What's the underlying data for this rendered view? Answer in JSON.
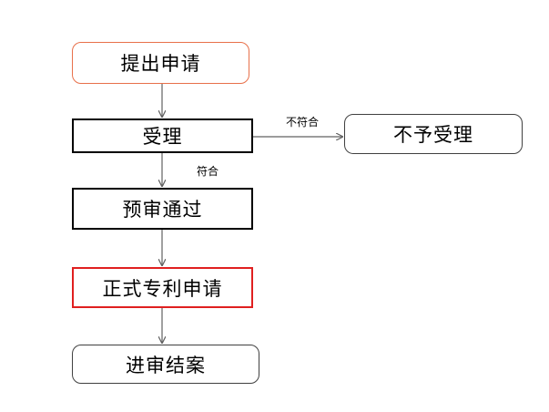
{
  "nodes": {
    "submit": {
      "label": "提出申请",
      "border_color": "#E8704A"
    },
    "accept": {
      "label": "受理",
      "border_color": "#000000"
    },
    "reject": {
      "label": "不予受理",
      "border_color": "#404040"
    },
    "pre_review": {
      "label": "预审通过",
      "border_color": "#000000"
    },
    "formal_application": {
      "label": "正式专利申请",
      "border_color": "#E02020"
    },
    "examination": {
      "label": "进审结案",
      "border_color": "#404040"
    }
  },
  "edges": {
    "not_compliant": {
      "label": "不符合"
    },
    "compliant": {
      "label": "符合"
    }
  },
  "colors": {
    "connector": "#606060"
  }
}
